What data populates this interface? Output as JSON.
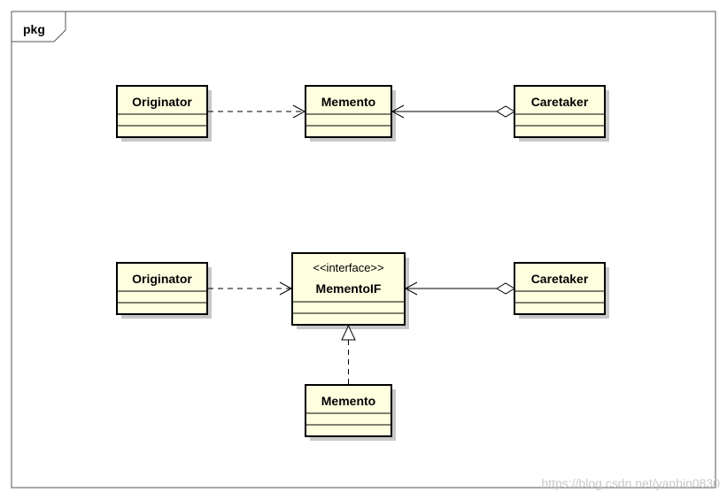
{
  "package": {
    "label": "pkg"
  },
  "classes": {
    "top_originator": {
      "name": "Originator"
    },
    "top_memento": {
      "name": "Memento"
    },
    "top_caretaker": {
      "name": "Caretaker"
    },
    "bottom_originator": {
      "name": "Originator"
    },
    "memento_if": {
      "stereotype": "<<interface>>",
      "name": "MementoIF"
    },
    "bottom_caretaker": {
      "name": "Caretaker"
    },
    "bottom_memento": {
      "name": "Memento"
    }
  },
  "watermark": {
    "text": "https://blog.csdn.net/yanbin0830"
  },
  "colors": {
    "class_fill": "#ffffe0",
    "class_border": "#000000",
    "shadow": "#c0c0c0",
    "line": "#000000"
  }
}
